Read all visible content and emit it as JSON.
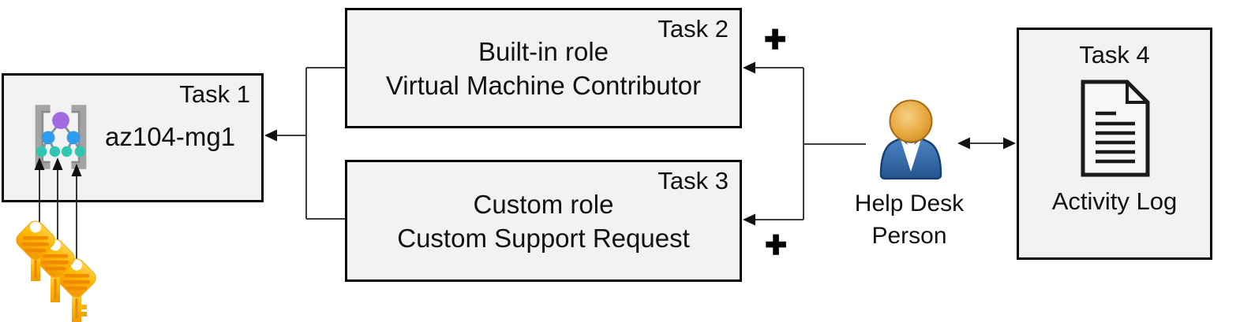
{
  "diagram": {
    "background": "#ffffff",
    "box_fill": "#f2f2f2",
    "box_border": "#000000",
    "line_color": "#3c3c3c"
  },
  "nodes": {
    "task1": {
      "badge": "Task 1",
      "title": "az104-mg1",
      "icon": "management-group-icon"
    },
    "task2": {
      "badge": "Task 2",
      "line1": "Built-in role",
      "line2": "Virtual Machine Contributor"
    },
    "task3": {
      "badge": "Task 3",
      "line1": "Custom role",
      "line2": "Custom Support Request"
    },
    "task4": {
      "badge": "Task 4",
      "caption": "Activity Log",
      "icon": "document-icon"
    },
    "person": {
      "line1": "Help Desk",
      "line2": "Person",
      "icon": "person-icon"
    }
  },
  "annotations": {
    "plus_top": "+",
    "plus_bottom": "+"
  },
  "icons": {
    "keys": {
      "name": "key-icon",
      "count": 3,
      "color": "#ffb901",
      "stripe_color": "#f08a00"
    },
    "management_group": {
      "bracket": "#a3a3a3",
      "root": "#a06be0",
      "mid": "#2f9ced",
      "leaf": "#2fc7b2"
    },
    "person": {
      "head": "#e2a63d",
      "body": "#3a6fae"
    }
  }
}
